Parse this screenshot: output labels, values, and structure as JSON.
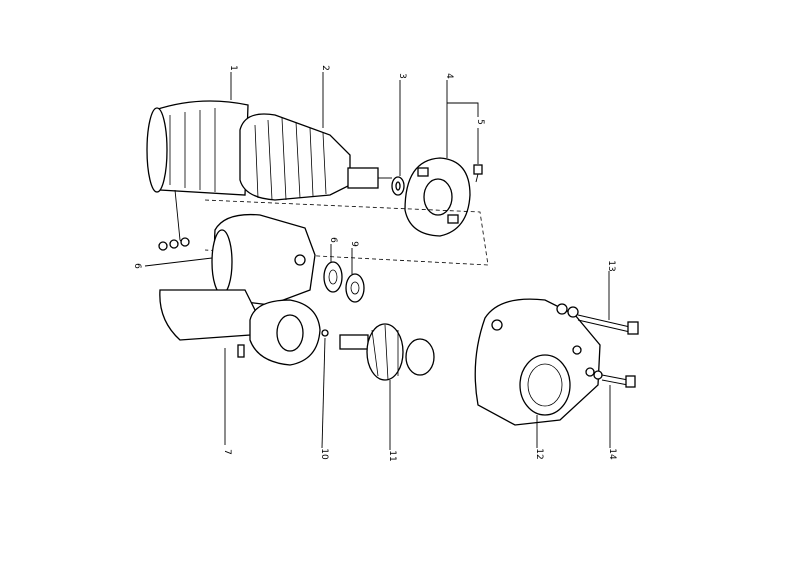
{
  "callouts": {
    "c1": "1",
    "c2": "2",
    "c3": "3",
    "c4": "4",
    "c5": "5",
    "c6a": "6",
    "c6b": "6",
    "c7": "7",
    "c9": "9",
    "c10": "10",
    "c11": "11",
    "c12": "12",
    "c13": "13",
    "c14": "14"
  },
  "colors": {
    "ink": "#000000",
    "paper": "#ffffff"
  }
}
